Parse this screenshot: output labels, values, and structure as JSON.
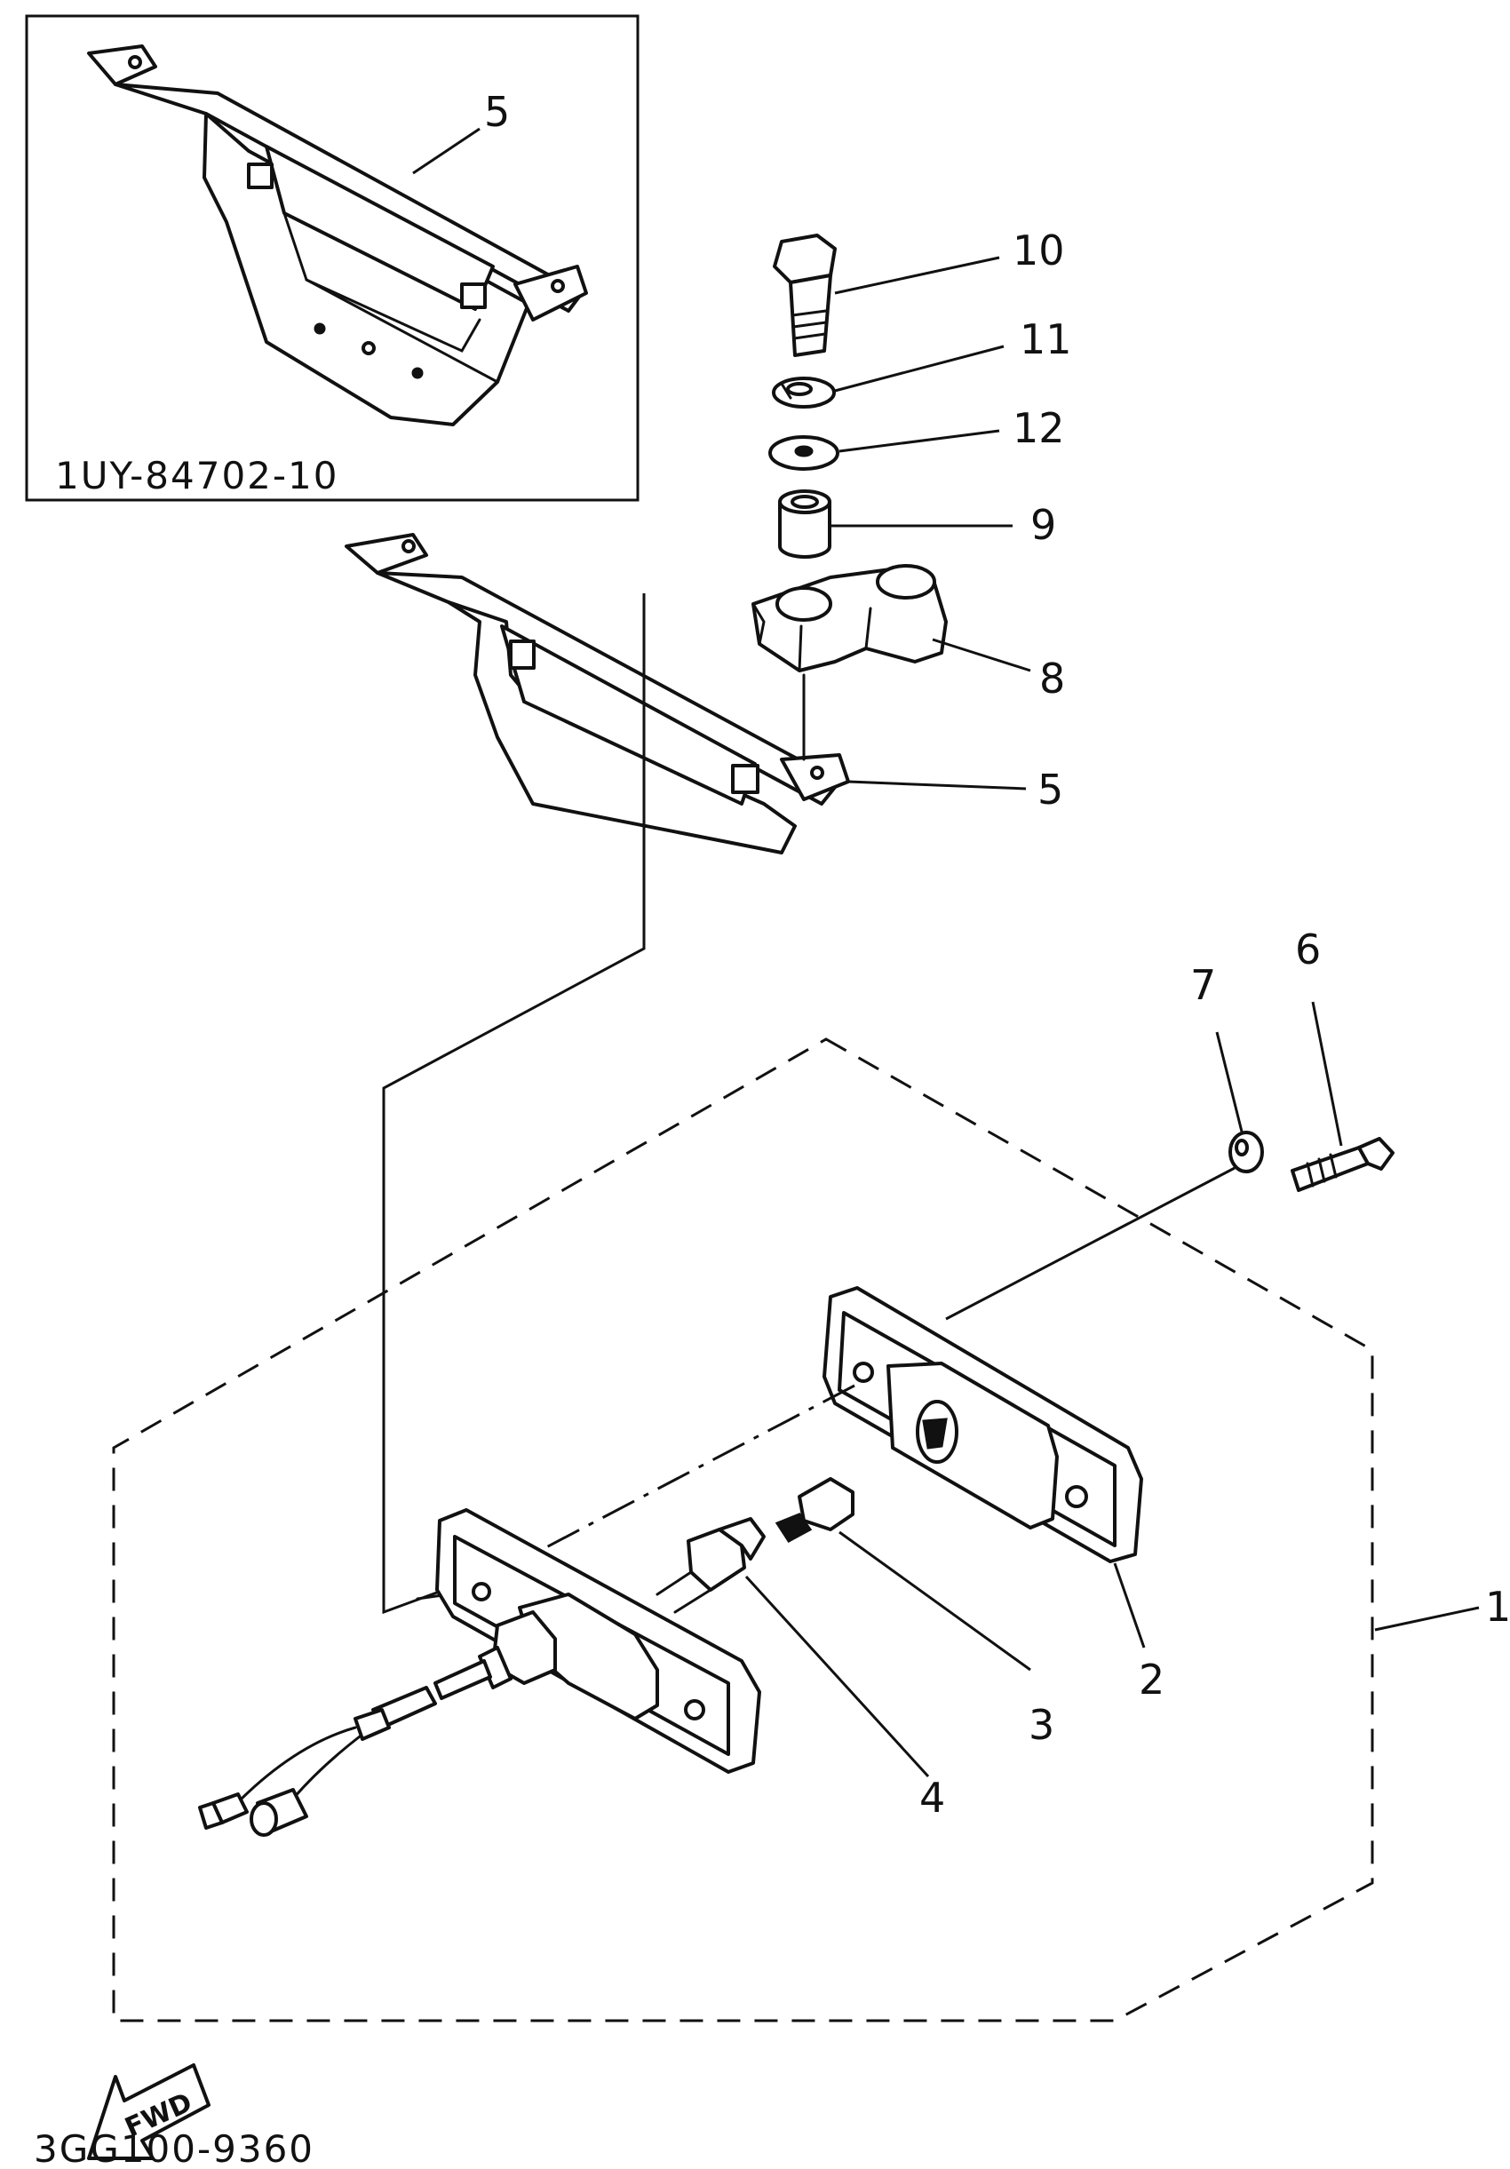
{
  "inset": {
    "part_number": "1UY-84702-10"
  },
  "callouts": {
    "c1": "1",
    "c2": "2",
    "c3": "3",
    "c4": "4",
    "c5_inset": "5",
    "c5_main": "5",
    "c6": "6",
    "c7": "7",
    "c8": "8",
    "c9": "9",
    "c10": "10",
    "c11": "11",
    "c12": "12"
  },
  "fwd_arrow": {
    "label": "FWD"
  },
  "diagram_code": "3GG100-9360"
}
